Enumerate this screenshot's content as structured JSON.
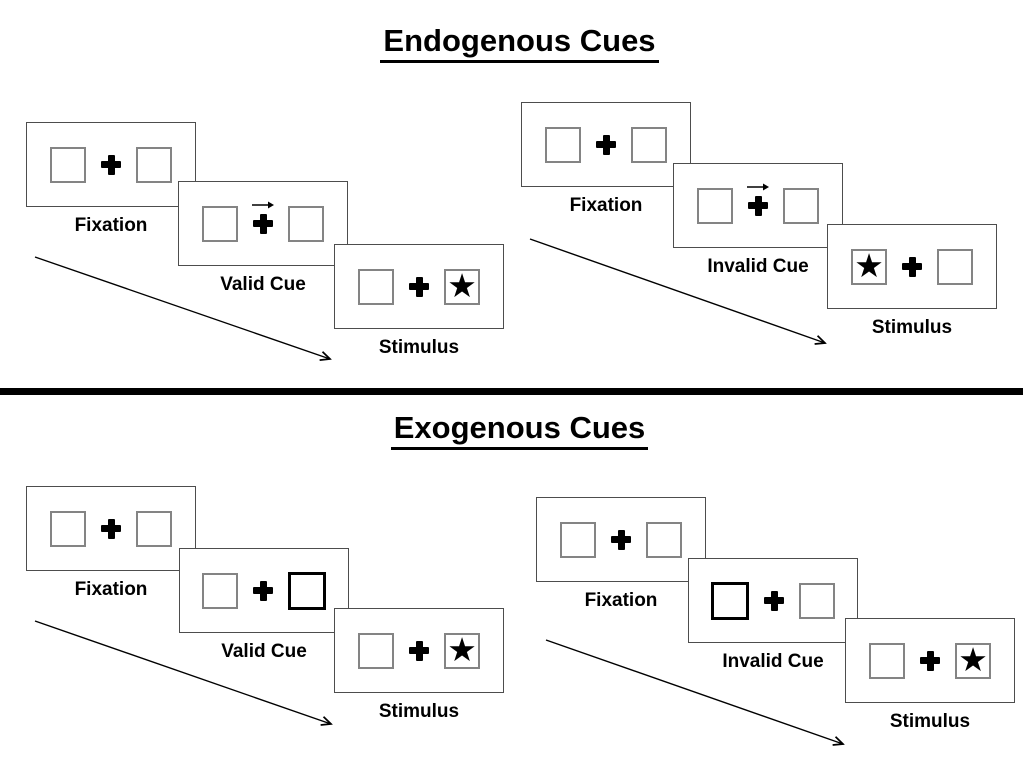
{
  "colors": {
    "ink": "#000000",
    "box_border": "#848484",
    "panel_border": "#4d4d4d"
  },
  "icons": {
    "star": "★",
    "fixation_cross": "+",
    "cue_arrow": "→"
  },
  "sections": [
    {
      "title": "Endogenous Cues",
      "sequences": [
        {
          "name": "valid",
          "panels": [
            {
              "label": "Fixation"
            },
            {
              "label": "Valid Cue"
            },
            {
              "label": "Stimulus"
            }
          ]
        },
        {
          "name": "invalid",
          "panels": [
            {
              "label": "Fixation"
            },
            {
              "label": "Invalid Cue"
            },
            {
              "label": "Stimulus"
            }
          ]
        }
      ]
    },
    {
      "title": "Exogenous Cues",
      "sequences": [
        {
          "name": "valid",
          "panels": [
            {
              "label": "Fixation"
            },
            {
              "label": "Valid Cue"
            },
            {
              "label": "Stimulus"
            }
          ]
        },
        {
          "name": "invalid",
          "panels": [
            {
              "label": "Fixation"
            },
            {
              "label": "Invalid Cue"
            },
            {
              "label": "Stimulus"
            }
          ]
        }
      ]
    }
  ]
}
